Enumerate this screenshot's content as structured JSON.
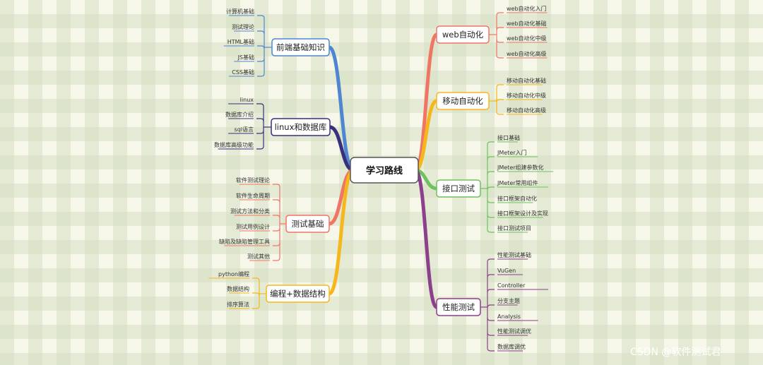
{
  "root": {
    "label": "学习路线"
  },
  "colors": {
    "blue": "#4f86d1",
    "navy": "#37307e",
    "salmon": "#ef7664",
    "amber": "#f6b71c",
    "green": "#6ec25d",
    "purple": "#8c3f8a"
  },
  "left_branches": [
    {
      "label": "前端基础知识",
      "color": "#4f86d1",
      "children": [
        "计算机基础",
        "测试理论",
        "HTML基础",
        "JS基础",
        "CSS基础"
      ]
    },
    {
      "label": "linux和数据库",
      "color": "#37307e",
      "children": [
        "linux",
        "数据库介绍",
        "sql语言",
        "数据库高级功能"
      ]
    },
    {
      "label": "测试基础",
      "color": "#ef7664",
      "children": [
        "软件测试理论",
        "软件生命周期",
        "测试方法和分类",
        "测试用例设计",
        "缺陷及缺陷管理工具",
        "测试其他"
      ]
    },
    {
      "label": "编程+数据结构",
      "color": "#f6b71c",
      "children": [
        "python编程",
        "数据结构",
        "排序算法"
      ]
    }
  ],
  "right_branches": [
    {
      "label": "web自动化",
      "color": "#ef7664",
      "children": [
        "web自动化入门",
        "web自动化基础",
        "web自动化中级",
        "web自动化高级"
      ]
    },
    {
      "label": "移动自动化",
      "color": "#f6b71c",
      "children": [
        "移动自动化基础",
        "移动自动化中级",
        "移动自动化高级"
      ]
    },
    {
      "label": "接口测试",
      "color": "#6ec25d",
      "children": [
        "接口基础",
        "JMeter入门",
        "JMeter组建参数化",
        "JMeter常用组件",
        "接口框架自动化",
        "接口框架设计及实现",
        "接口测试项目"
      ]
    },
    {
      "label": "性能测试",
      "color": "#8c3f8a",
      "children": [
        "性能测试基础",
        "VuGen",
        "Controller",
        "分支主题",
        "Analysis",
        "性能测试调优",
        "数据库调优"
      ]
    }
  ],
  "watermark": "CSDN @软件测试君"
}
